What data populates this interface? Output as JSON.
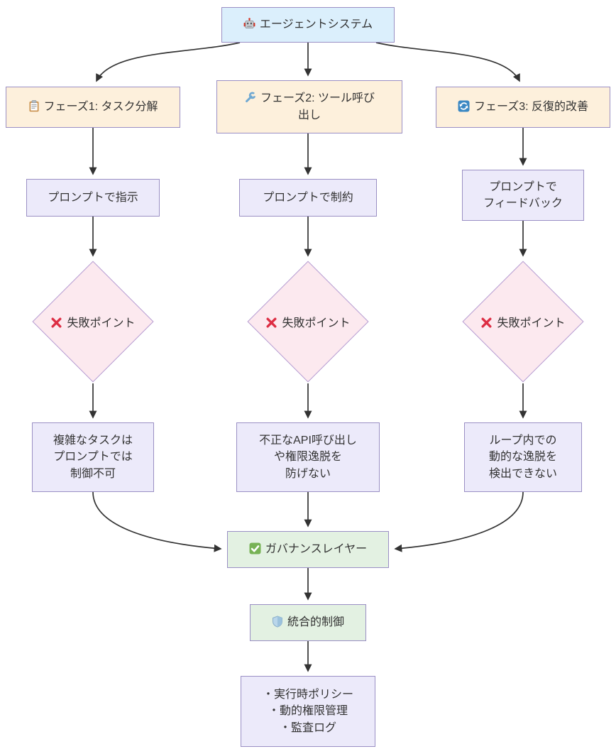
{
  "diagram": {
    "nodes": {
      "agent": {
        "icon": "robot-icon",
        "label": "エージェントシステム"
      },
      "phase1": {
        "icon": "clipboard-icon",
        "label": "フェーズ1: タスク分解"
      },
      "phase2": {
        "icon": "wrench-icon",
        "label": "フェーズ2: ツール呼び\n出し"
      },
      "phase3": {
        "icon": "arrows-counterclockwise-icon",
        "label": "フェーズ3: 反復的改善"
      },
      "prompt1": {
        "label": "プロンプトで指示"
      },
      "prompt2": {
        "label": "プロンプトで制約"
      },
      "prompt3": {
        "label": "プロンプトで\nフィードバック"
      },
      "failpoint1": {
        "icon": "cross-mark-icon",
        "label": "失敗ポイント"
      },
      "failpoint2": {
        "icon": "cross-mark-icon",
        "label": "失敗ポイント"
      },
      "failpoint3": {
        "icon": "cross-mark-icon",
        "label": "失敗ポイント"
      },
      "faildesc1": {
        "label": "複雑なタスクは\nプロンプトでは\n制御不可"
      },
      "faildesc2": {
        "label": "不正なAPI呼び出し\nや権限逸脱を\n防げない"
      },
      "faildesc3": {
        "label": "ループ内での\n動的な逸脱を\n検出できない"
      },
      "governance": {
        "icon": "check-mark-icon",
        "label": "ガバナンスレイヤー"
      },
      "control": {
        "icon": "shield-icon",
        "label": "統合的制御"
      },
      "policies": {
        "label": "・実行時ポリシー\n・動的権限管理\n・監査ログ"
      }
    },
    "colors": {
      "agent_fill": "#dbeffc",
      "phase_fill": "#fdf0dc",
      "step_fill": "#eceafa",
      "failure_fill": "#fce9ef",
      "governance_fill": "#e3f1e2",
      "node_border": "#9a8fc4",
      "edge": "#333333",
      "text": "#333333",
      "cross_red": "#dd2e44",
      "check_green": "#77b255",
      "wrench_blue": "#6fa8d2",
      "cycle_blue": "#3b88c3",
      "shield_blue": "#b9d6ea"
    }
  }
}
